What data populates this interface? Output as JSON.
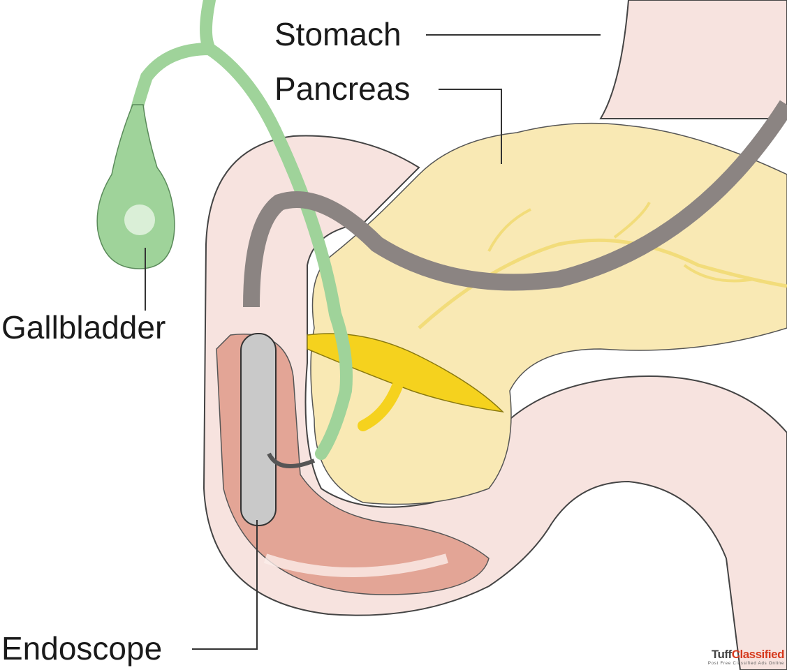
{
  "labels": {
    "stomach": "Stomach",
    "pancreas": "Pancreas",
    "gallbladder": "Gallbladder",
    "endoscope": "Endoscope"
  },
  "watermark": {
    "brand_part1": "Tuff",
    "brand_part2": "Classified",
    "tagline": "Post Free Classified Ads Online"
  },
  "colors": {
    "stomach": "#f7e3df",
    "pancreas": "#f9e9b4",
    "gallbladder": "#9fd39a",
    "endoscope": "#8b8482",
    "duodenum_inner": "#e3a596",
    "bile_duct_yellow": "#f5d21e",
    "outline": "#4a4a4a"
  }
}
